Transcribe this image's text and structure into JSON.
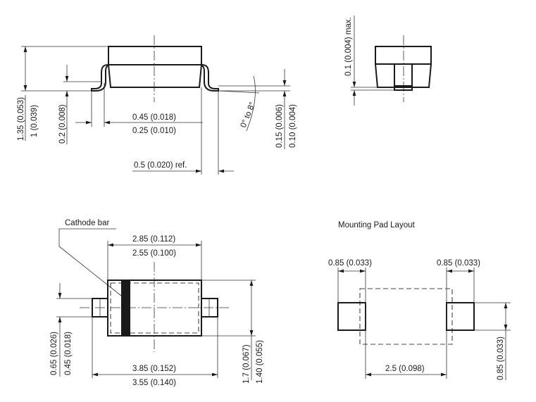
{
  "side_view": {
    "dims": {
      "height_max": "1.35 (0.053)",
      "height_min": "1 (0.039)",
      "standoff": "0.2 (0.008)",
      "lead_len_max": "0.45 (0.018)",
      "lead_len_min": "0.25 (0.010)",
      "lead_ref": "0.5 (0.020) ref.",
      "angle": "0° to 8°",
      "lead_thk_max": "0.15 (0.006)",
      "lead_thk_min": "0.10 (0.004)"
    }
  },
  "end_view": {
    "dims": {
      "protrusion": "0.1 (0.004) max."
    }
  },
  "top_view": {
    "callout": "Cathode bar",
    "dims": {
      "body_len_max": "2.85 (0.112)",
      "body_len_min": "2.55 (0.100)",
      "total_len_max": "3.85 (0.152)",
      "total_len_min": "3.55 (0.140)",
      "lead_w_max": "0.65 (0.026)",
      "lead_w_min": "0.45 (0.018)",
      "body_w_max": "1.7 (0.067)",
      "body_w_min": "1.40 (0.055)"
    }
  },
  "pad_layout": {
    "title": "Mounting Pad Layout",
    "dims": {
      "pad_left_w": "0.85 (0.033)",
      "pad_right_w": "0.85 (0.033)",
      "pad_gap": "2.5 (0.098)",
      "pad_h": "0.85 (0.033)"
    }
  }
}
